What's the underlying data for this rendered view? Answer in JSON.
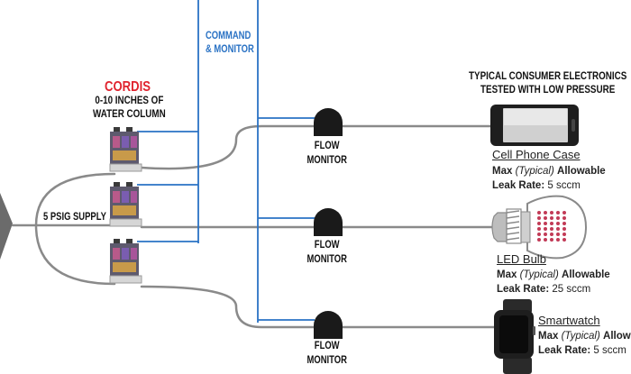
{
  "header": {
    "line1": "TYPICAL CONSUMER ELECTRONICS",
    "line2": "TESTED WITH LOW PRESSURE"
  },
  "cordis": {
    "brand": "CORDIS",
    "line1": "0-10 INCHES OF",
    "line2": "WATER COLUMN"
  },
  "command": {
    "line1": "COMMAND",
    "line2": "& MONITOR"
  },
  "supply_label": "5 PSIG SUPPLY",
  "flow_monitor": {
    "line1": "FLOW",
    "line2": "MONITOR"
  },
  "devices": [
    {
      "name": "Cell Phone Case",
      "max": "Max",
      "typical": "(Typical)",
      "allowable": "Allowable",
      "leak_label": "Leak Rate:",
      "leak_value": "5 sccm"
    },
    {
      "name": "LED Bulb",
      "max": "Max",
      "typical": "(Typical)",
      "allowable": "Allowable",
      "leak_label": "Leak Rate:",
      "leak_value": "25 sccm"
    },
    {
      "name": "Smartwatch",
      "max": "Max",
      "typical": "(Typical)",
      "allowable": "Allowable",
      "leak_label": "Leak Rate:",
      "leak_value": "5 sccm"
    }
  ],
  "colors": {
    "pipe": "#8a8a8a",
    "signal": "#2a72c4",
    "brand": "#e0232e",
    "monitor": "#1a1a1a",
    "arrow": "#6b6b6b"
  }
}
